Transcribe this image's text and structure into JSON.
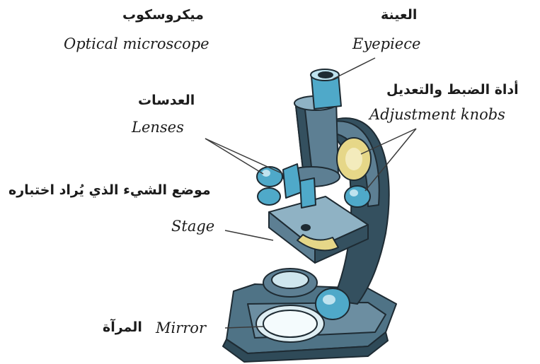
{
  "title": {
    "ar": "ميكروسكوب",
    "en": "Optical microscope"
  },
  "labels": {
    "eyepiece": {
      "ar": "العينة",
      "en": "Eyepiece"
    },
    "adjustment": {
      "ar": "أداة الضبط والتعديل",
      "en": "Adjustment knobs"
    },
    "lenses": {
      "ar": "العدسات",
      "en": "Lenses"
    },
    "stage": {
      "ar": "موضع الشيء الذي يُراد اختباره",
      "en": "Stage"
    },
    "mirror": {
      "ar": "المرآة",
      "en": "Mirror"
    }
  },
  "colors": {
    "body": "#5d7f93",
    "body_dark": "#34505f",
    "lens_cyan": "#4fa9c9",
    "knob_yellow": "#e6d788",
    "outline": "#1e2b33"
  }
}
